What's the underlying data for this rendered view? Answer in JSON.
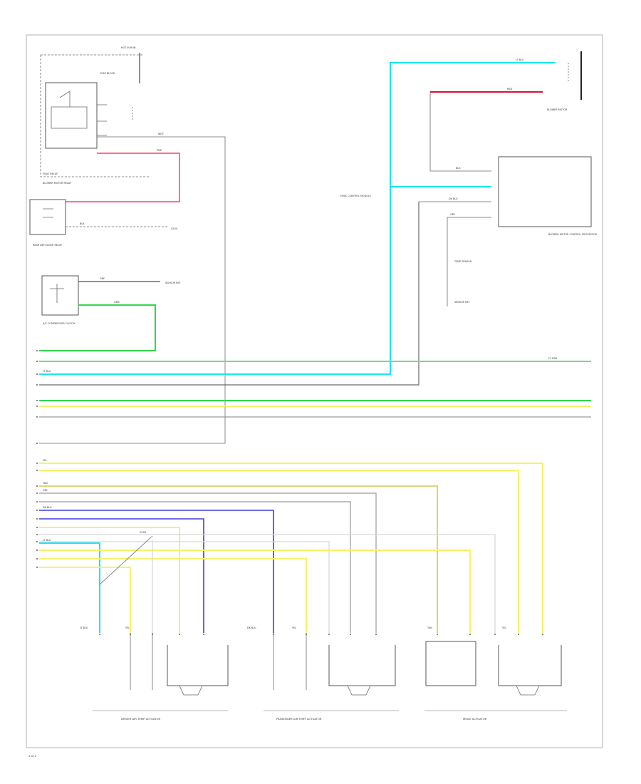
{
  "diagram": {
    "wire_colors": {
      "red": "#e0102e",
      "pink": "#ff6f8d",
      "light_blue": "#19e6f2",
      "dark_blue": "#3f3fd8",
      "light_green": "#70e27c",
      "green": "#2fd84a",
      "yellow": "#f7f26a",
      "tan": "#d9d77a",
      "gray": "#9a9a9a",
      "black": "#222222",
      "white": "#d6d6d6",
      "dk_gray": "#6a6a6a"
    },
    "labels": {
      "hot_in_run": "HOT IN RUN",
      "fuse_block": "FUSE BLOCK",
      "hvac_relay": "HVAC RELAY",
      "blower_relay": "BLOWER MOTOR RELAY",
      "rear_defog": "REAR DEFOGGER RELAY",
      "hvac_module": "HVAC CONTROL MODULE",
      "ac_compressor": "A/C COMPRESSOR CLUTCH",
      "blower_motor": "BLOWER MOTOR",
      "blower_control": "BLOWER MOTOR CONTROL PROCESSOR",
      "sensor_ref": "SENSOR REF",
      "temp_sensor": "TEMP SENSOR",
      "ground": "G100",
      "driver_actuator": "DRIVER AIR TEMP ACTUATOR",
      "pass_actuator": "PASSENGER AIR TEMP ACTUATOR",
      "mode_actuator": "MODE ACTUATOR",
      "page_num": "2 of 2"
    },
    "wire_tags": {
      "blk": "BLK",
      "red": "RED",
      "pnk": "PNK",
      "ltblu": "LT BLU",
      "dkblu": "DK BLU",
      "ltgrn": "LT GRN",
      "grn": "GRN",
      "yel": "YEL",
      "tan": "TAN",
      "gry": "GRY",
      "wht": "WHT"
    }
  }
}
